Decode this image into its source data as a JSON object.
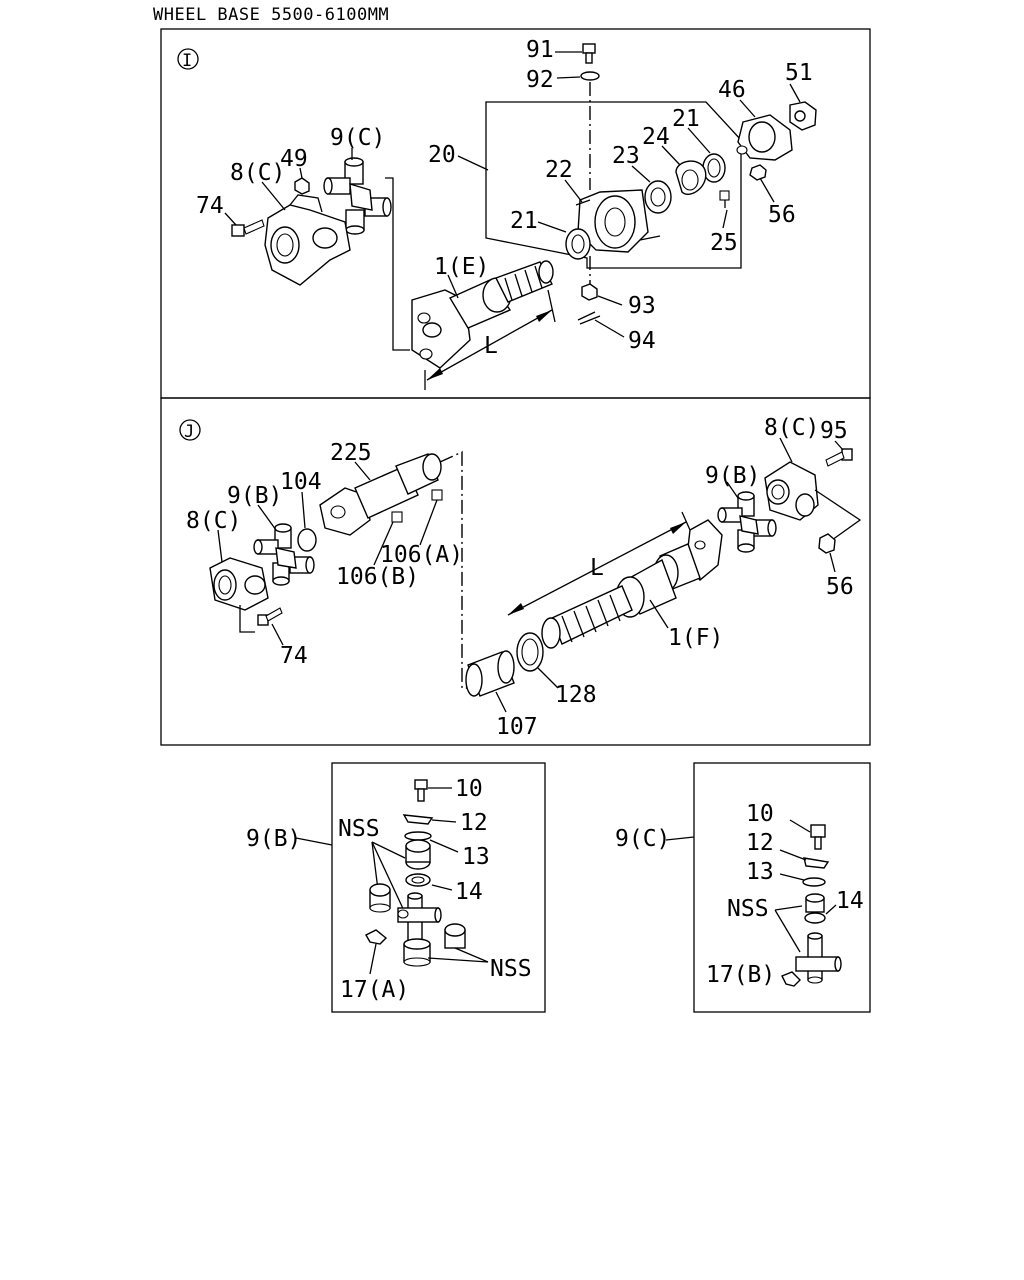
{
  "header": {
    "title": "WHEEL BASE 5500-6100MM"
  },
  "panel_i": {
    "marker": "I",
    "labels": {
      "p91": "91",
      "p92": "92",
      "p51": "51",
      "p46": "46",
      "p20": "20",
      "p21a": "21",
      "p22": "22",
      "p23": "23",
      "p24": "24",
      "p56": "56",
      "p9c": "9(C)",
      "p49": "49",
      "p8c": "8(C)",
      "p74": "74",
      "p21b": "21",
      "p25": "25",
      "p1e": "1(E)",
      "p93": "93",
      "p94": "94",
      "L": "L"
    }
  },
  "panel_j": {
    "marker": "J",
    "labels": {
      "p225": "225",
      "p104": "104",
      "p9b_left": "9(B)",
      "p8c_left": "8(C)",
      "p106a": "106(A)",
      "p106b": "106(B)",
      "p74": "74",
      "p8c_right": "8(C)",
      "p95": "95",
      "p9b_right": "9(B)",
      "L": "L",
      "p56": "56",
      "p1f": "1(F)",
      "p128": "128",
      "p107": "107"
    }
  },
  "detail_9b": {
    "callout": "9(B)",
    "labels": {
      "p10": "10",
      "p12": "12",
      "p13": "13",
      "p14": "14",
      "nss_top": "NSS",
      "nss_bottom": "NSS",
      "p17a": "17(A)"
    }
  },
  "detail_9c": {
    "callout": "9(C)",
    "labels": {
      "p10": "10",
      "p12": "12",
      "p13": "13",
      "nss": "NSS",
      "p14": "14",
      "p17b": "17(B)"
    }
  }
}
